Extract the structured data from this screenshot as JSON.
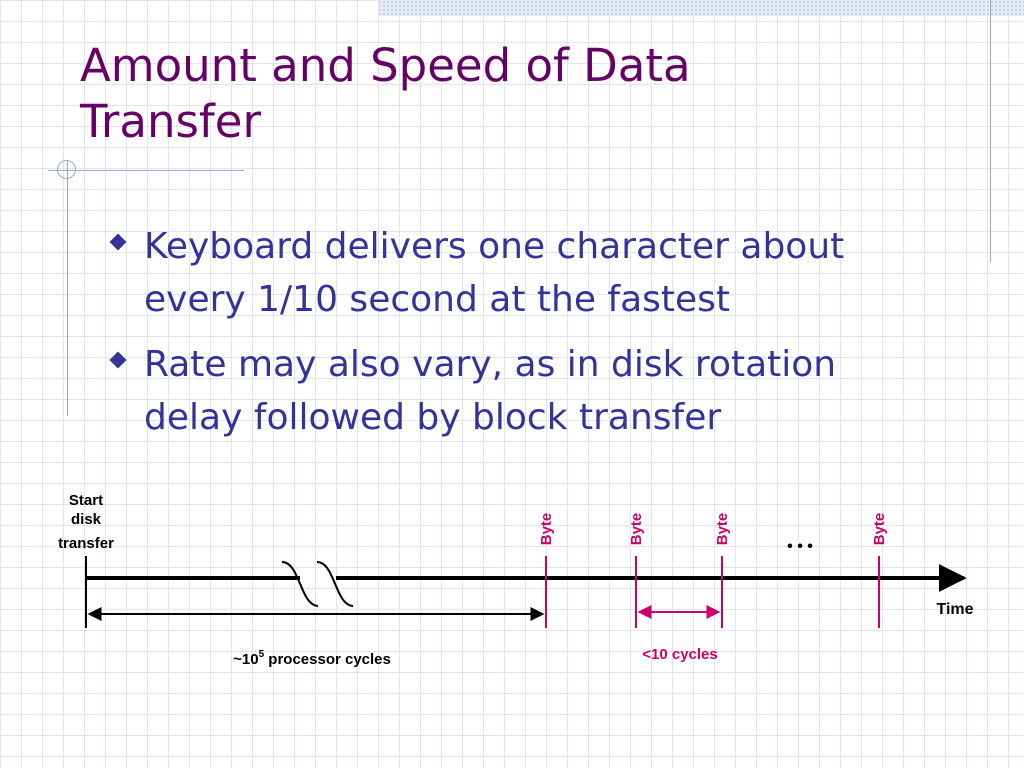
{
  "slide": {
    "title_line1": "Amount and Speed of Data",
    "title_line2": "Transfer",
    "bullets": [
      {
        "text_line1": "Keyboard delivers one character about",
        "text_line2": "every 1/10 second at the fastest"
      },
      {
        "text_line1": "Rate may also vary, as in disk rotation",
        "text_line2": "delay followed by block transfer"
      }
    ]
  },
  "diagram": {
    "start_label": [
      "Start",
      "disk",
      "transfer"
    ],
    "byte_label": "Byte",
    "ellipsis": "• • •",
    "time_label": "Time",
    "delay_label_prefix": "~10",
    "delay_label_exponent": "5",
    "delay_label_suffix": " processor cycles",
    "cycles_label": "<10 cycles"
  },
  "colors": {
    "title": "#660066",
    "bullet_text": "#333399",
    "byte_marker": "#cc0066",
    "axis": "#000000"
  }
}
